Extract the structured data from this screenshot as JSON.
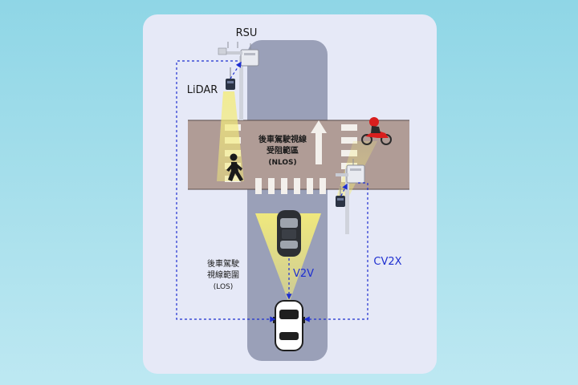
{
  "labels": {
    "rsu": "RSU",
    "lidar": "LiDAR",
    "nlos_line1": "後車駕駛視線",
    "nlos_line2": "受阻範區",
    "nlos_line3": "(NLOS)",
    "los_line1": "後車駕駛",
    "los_line2": "視線範圍",
    "los_line3": "(LOS)",
    "v2v": "V2V",
    "cv2x": "CV2X"
  },
  "colors": {
    "background": "#a9e0ec",
    "panel": "#e6e9f7",
    "road": "#9aa0b8",
    "intersection": "#b09c96",
    "crosswalk": "#f3f0ec",
    "beam": "#f4ec7a",
    "link": "#1e2fd0",
    "motorcycle": "#d81e1e"
  },
  "icons": [
    "rsu-pole-icon",
    "lidar-sensor-icon",
    "pedestrian-icon",
    "motorcycle-icon",
    "dark-car-icon",
    "white-car-icon",
    "up-arrow-icon"
  ]
}
